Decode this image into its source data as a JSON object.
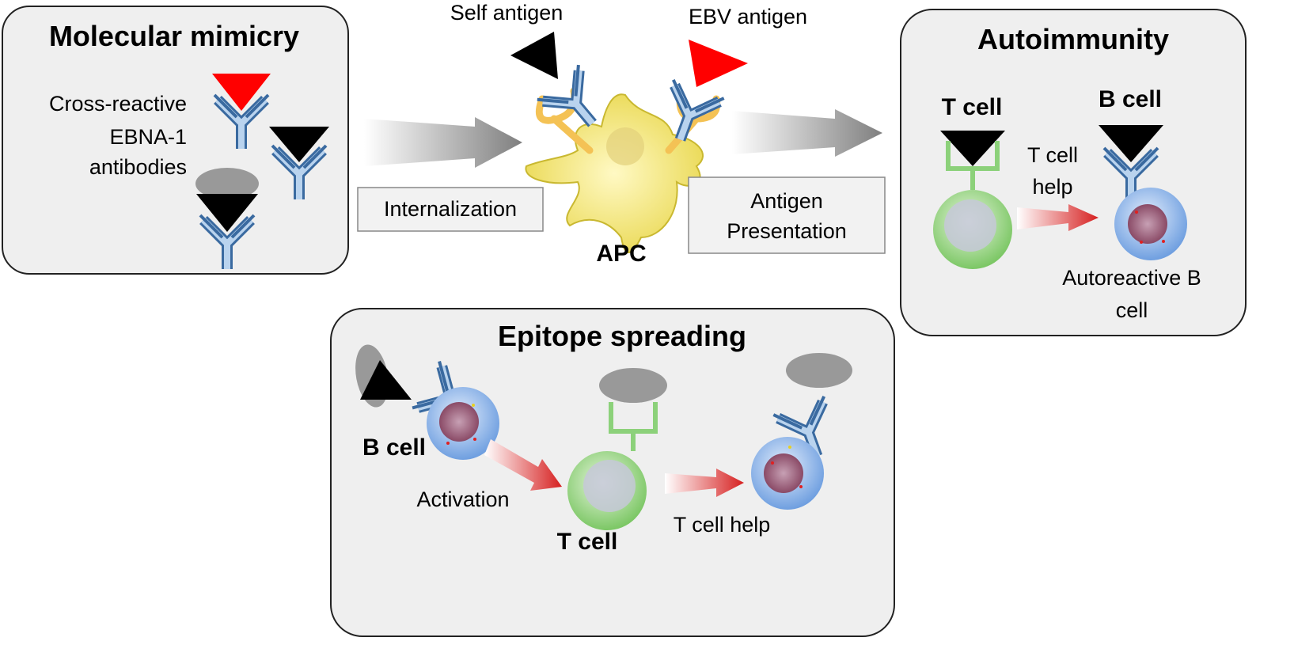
{
  "molecular_mimicry": {
    "title": "Molecular mimicry",
    "label_line1": "Cross-reactive",
    "label_line2": "EBNA-1",
    "label_line3": "antibodies"
  },
  "center": {
    "self_antigen": "Self antigen",
    "ebv_antigen": "EBV antigen",
    "apc": "APC",
    "internalization": "Internalization",
    "antigen_line1": "Antigen",
    "antigen_line2": "Presentation"
  },
  "autoimmunity": {
    "title": "Autoimmunity",
    "t_cell": "T cell",
    "b_cell": "B cell",
    "help_line1": "T cell",
    "help_line2": "help",
    "autoreactive_line1": "Autoreactive B",
    "autoreactive_line2": "cell"
  },
  "epitope_spreading": {
    "title": "Epitope spreading",
    "b_cell": "B cell",
    "activation": "Activation",
    "t_cell": "T cell",
    "t_cell_help": "T cell help"
  },
  "colors": {
    "panel_fill": "#efefef",
    "self_antigen": "#000000",
    "ebv_antigen": "#ff0000",
    "other_antigen": "#999999",
    "antibody": "#4a7db5",
    "apc": "#f5e96a",
    "t_cell": "#8cd17a",
    "b_cell": "#8fb2e8"
  }
}
